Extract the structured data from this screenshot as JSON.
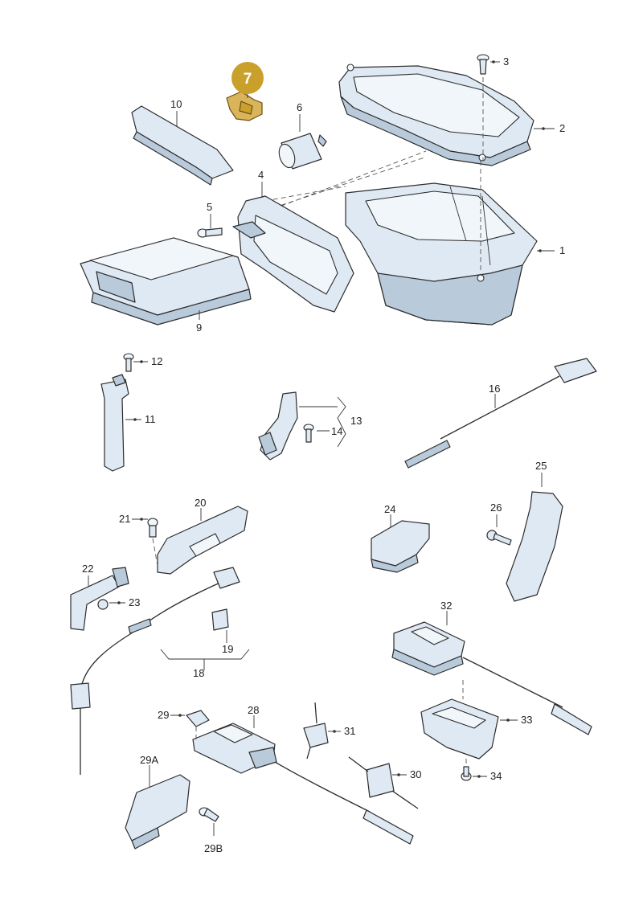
{
  "highlight": {
    "label": "7",
    "color": "#c9a02c",
    "text_color": "#ffffff"
  },
  "labels": {
    "p1": "1",
    "p2": "2",
    "p3": "3",
    "p4": "4",
    "p5": "5",
    "p6": "6",
    "p9": "9",
    "p10": "10",
    "p11": "11",
    "p12": "12",
    "p13": "13",
    "p14": "14",
    "p16": "16",
    "p18": "18",
    "p19": "19",
    "p20": "20",
    "p21": "21",
    "p22": "22",
    "p23": "23",
    "p24": "24",
    "p25": "25",
    "p26": "26",
    "p28": "28",
    "p29": "29",
    "p29a": "29A",
    "p29b": "29B",
    "p30": "30",
    "p31": "31",
    "p32": "32",
    "p33": "33",
    "p34": "34"
  },
  "colors": {
    "part_fill": "#dfe9f3",
    "part_shade": "#b9cadb",
    "outline": "#2c2c2c"
  }
}
